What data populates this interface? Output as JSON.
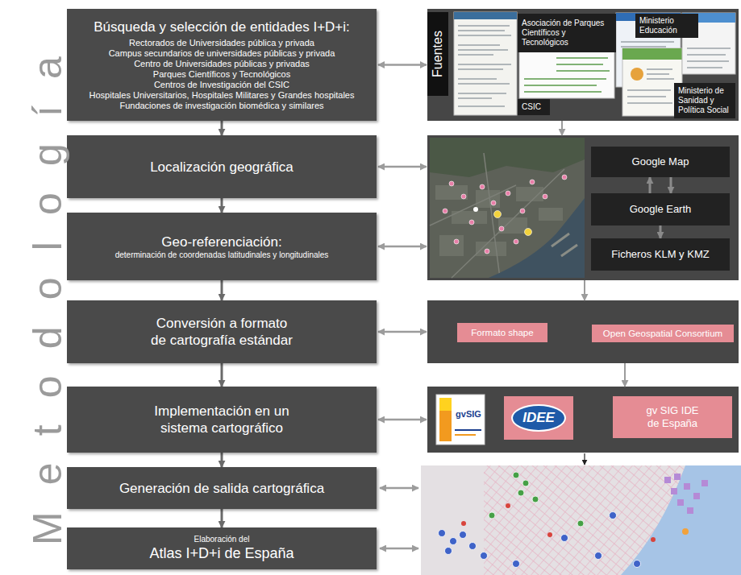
{
  "diagram": {
    "title": "Metodología",
    "nodes": [
      {
        "text": [
          "Búsqueda y selección de entidades I+D+i:",
          "Rectorados de Universidades pública y privada",
          "Campus secundarios de universidades públicas y privada",
          "Centro de Universidades públicas y privadas",
          "Parques Científicos y Tecnológicos",
          "Centros de Investigación del CSIC",
          "Hospitales Universitarios, Hospitales Militares y Grandes hospitales",
          "Fundaciones de investigación biomédica y similares"
        ]
      },
      {
        "text": [
          "Localización geográfica"
        ]
      },
      {
        "text": [
          "Geo-referenciación:",
          "determinación de coordenadas latitudinales y longitudinales"
        ]
      },
      {
        "text": [
          "Conversión a formato de cartografía estándar"
        ]
      },
      {
        "text": [
          "Implementación en un sistema cartográfico"
        ]
      },
      {
        "text": [
          "Generación de salida cartográfica"
        ]
      },
      {
        "text": [
          "Elaboración del",
          "Atlas I+D+i de España"
        ]
      },
      {
        "text": [
          "Fuentes"
        ]
      },
      {
        "text": [
          "Asociación de Parques Científicos y Tecnológicos"
        ],
        "in": 7
      },
      {
        "text": [
          "Ministerio Educación"
        ],
        "in": 7
      },
      {
        "text": [
          "CSIC"
        ],
        "in": 7
      },
      {
        "text": [
          "Ministerio de Sanidad y Política Social"
        ],
        "in": 7
      },
      {
        "text": []
      },
      {
        "text": [
          "Google Map"
        ],
        "in": 12
      },
      {
        "text": [
          "Google Earth"
        ],
        "in": 12
      },
      {
        "text": [
          "Ficheros KLM y KMZ"
        ],
        "in": 12
      },
      {
        "text": []
      },
      {
        "text": [
          "Formato shape"
        ],
        "in": 16
      },
      {
        "text": [
          "Open Geospatial Consortium"
        ],
        "in": 16
      },
      {
        "text": []
      },
      {
        "text": [
          "IDEE"
        ],
        "in": 19
      },
      {
        "text": [
          "gv SIG IDE de España"
        ],
        "in": 19
      }
    ],
    "edges": [
      {
        "from": 0,
        "to": 1,
        "arrow": "to"
      },
      {
        "from": 1,
        "to": 2,
        "arrow": "to"
      },
      {
        "from": 2,
        "to": 3,
        "arrow": "to"
      },
      {
        "from": 3,
        "to": 4,
        "arrow": "to"
      },
      {
        "from": 4,
        "to": 5,
        "arrow": "to"
      },
      {
        "from": 5,
        "to": 6,
        "arrow": "to"
      },
      {
        "from": 0,
        "to": 7,
        "arrow": "both"
      },
      {
        "from": 1,
        "to": 12,
        "arrow": "both"
      },
      {
        "from": 2,
        "to": 12,
        "arrow": "both"
      },
      {
        "from": 3,
        "to": 16,
        "arrow": "both"
      },
      {
        "from": 4,
        "to": 19,
        "arrow": "both"
      },
      {
        "from": 7,
        "to": 12,
        "arrow": "to"
      },
      {
        "from": 12,
        "to": 16,
        "arrow": "to"
      },
      {
        "from": 16,
        "to": 19,
        "arrow": "to"
      },
      {
        "from": 14,
        "to": 13,
        "arrow": "to"
      },
      {
        "from": 13,
        "to": 14,
        "arrow": "to"
      },
      {
        "from": 14,
        "to": 15,
        "arrow": "to"
      }
    ],
    "labels": [
      "gvSIG"
    ]
  }
}
